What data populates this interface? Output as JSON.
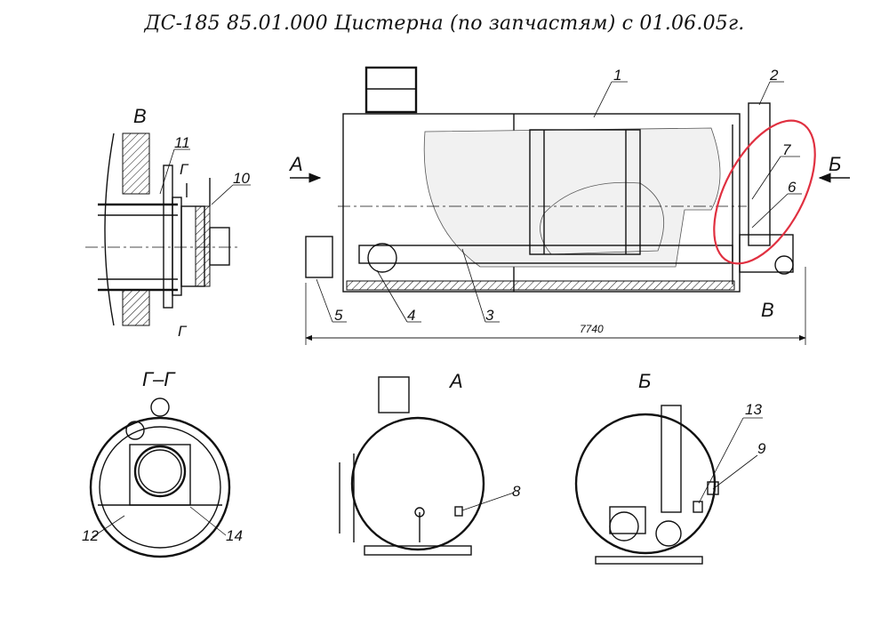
{
  "title": "ДС-185 85.01.000 Цистерна  (по запчастям) с 01.06.05г.",
  "views": {
    "detail_v": "В",
    "section_label": "Г–Г",
    "section_mark_top": "Г",
    "section_mark_bottom": "Г",
    "view_a": "А",
    "view_b": "Б",
    "arrow_a": "А",
    "arrow_b": "Б",
    "detail_v_mark": "В"
  },
  "callouts": {
    "c1": "1",
    "c2": "2",
    "c3": "3",
    "c4": "4",
    "c5": "5",
    "c6": "6",
    "c7": "7",
    "c8": "8",
    "c9": "9",
    "c10": "10",
    "c11": "11",
    "c12": "12",
    "c13": "13",
    "c14": "14"
  },
  "dimension": "7740",
  "colors": {
    "line": "#111111",
    "highlight": "#e03040",
    "fill": "#f1f1f1"
  }
}
